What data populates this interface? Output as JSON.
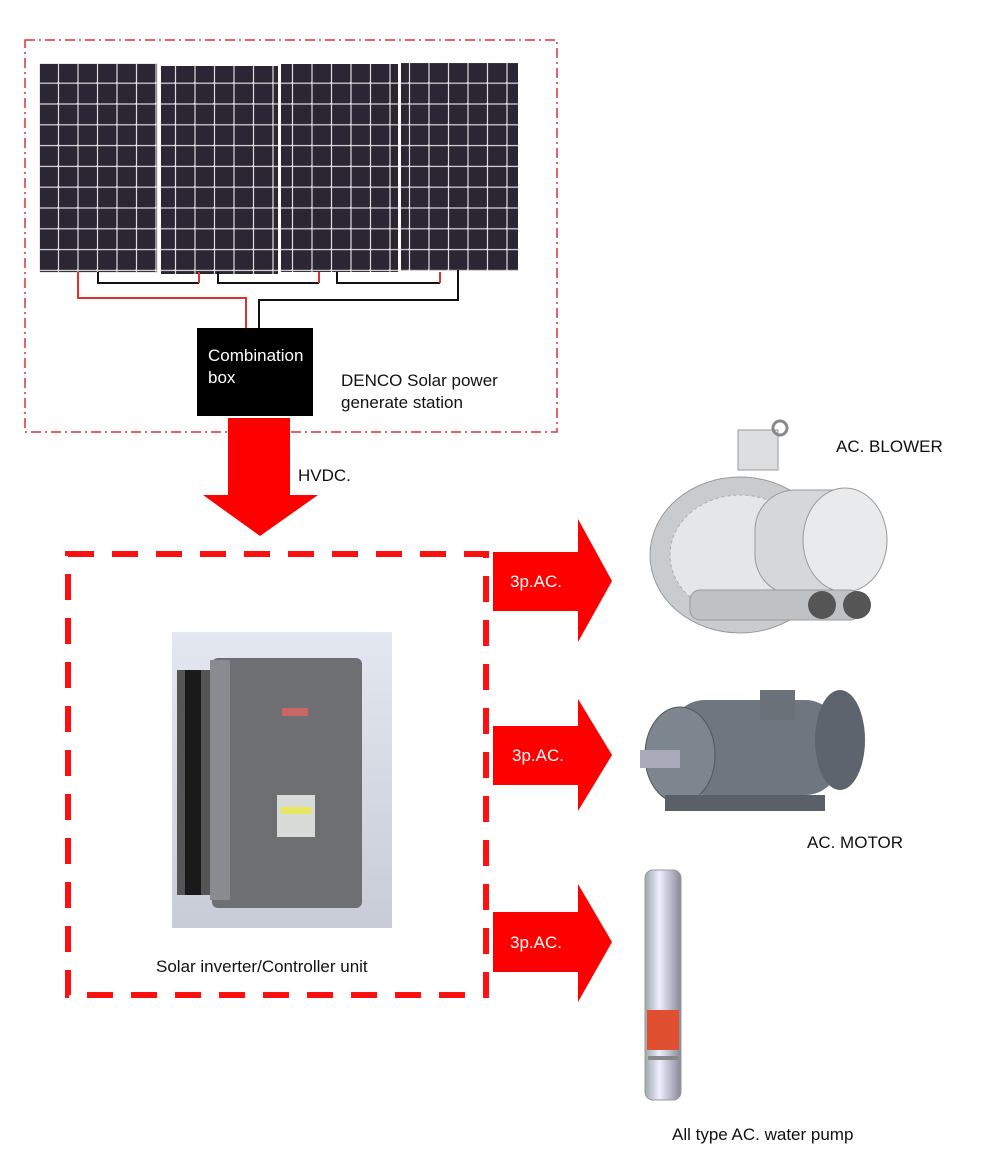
{
  "station": {
    "title_line1": "DENCO Solar power",
    "title_line2": "generate station"
  },
  "combination_box": {
    "line1": "Combination",
    "line2": "box"
  },
  "hvdc_label": "HVDC.",
  "inverter": {
    "label": "Solar inverter/Controller unit"
  },
  "outputs": [
    {
      "arrow_label": "3p.AC.",
      "device_label": "AC. BLOWER"
    },
    {
      "arrow_label": "3p.AC.",
      "device_label": "AC. MOTOR"
    },
    {
      "arrow_label": "3p.AC.",
      "device_label": "All type AC. water pump"
    }
  ],
  "colors": {
    "accent": "#ff0000",
    "panel": "#2a2530",
    "box": "#000000"
  }
}
